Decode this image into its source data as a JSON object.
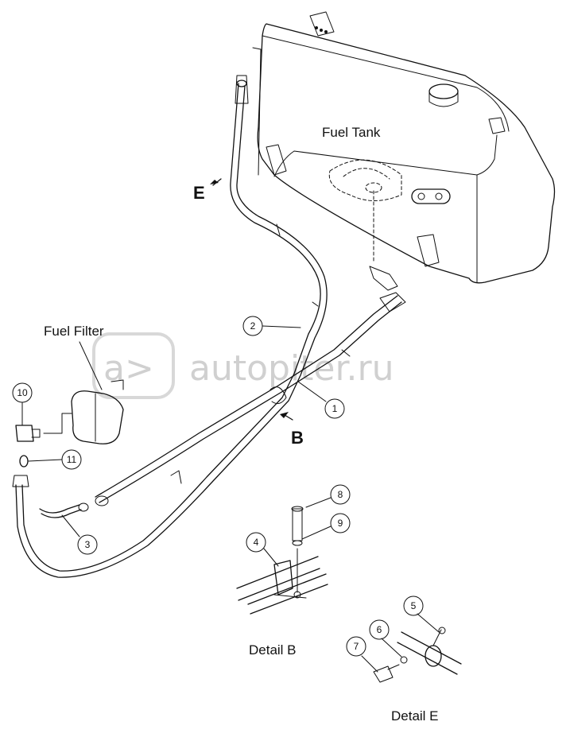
{
  "labels": {
    "fuel_tank": "Fuel Tank",
    "fuel_filter": "Fuel  Filter",
    "detail_b": "Detail  B",
    "detail_e": "Detail  E",
    "arrow_b": "B",
    "arrow_e": "E"
  },
  "callouts": {
    "c1": "1",
    "c2": "2",
    "c3": "3",
    "c4": "4",
    "c5": "5",
    "c6": "6",
    "c7": "7",
    "c8": "8",
    "c9": "9",
    "c10": "10",
    "c11": "11"
  },
  "watermark": {
    "logo_text": "a>",
    "site_text": "autopiter.ru"
  },
  "colors": {
    "ink": "#111111",
    "watermark": "#d0d0d0"
  }
}
